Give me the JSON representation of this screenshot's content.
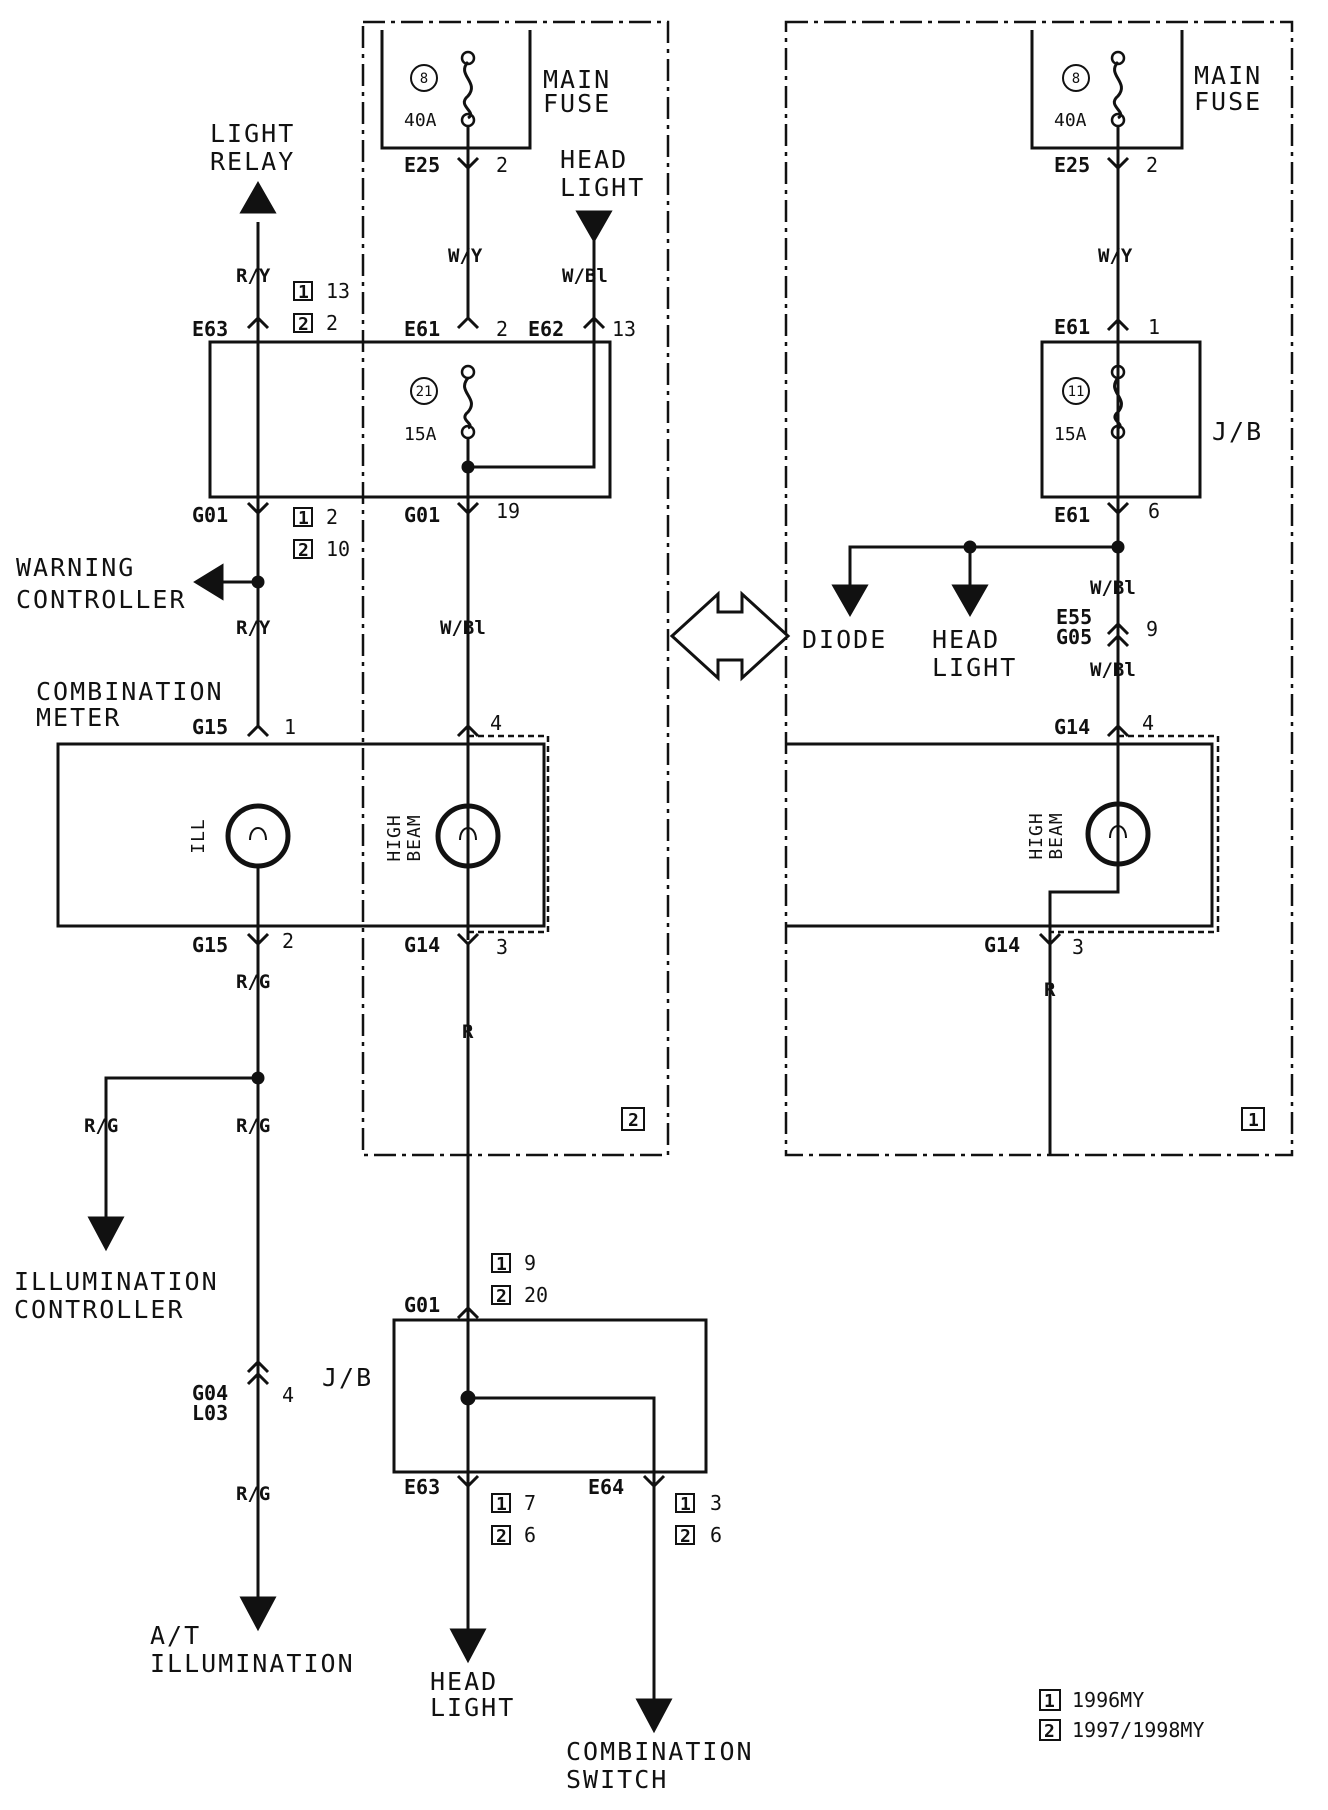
{
  "labels": {
    "light_relay": [
      "LIGHT",
      "RELAY"
    ],
    "warning_controller": [
      "WARNING",
      "CONTROLLER"
    ],
    "combination_meter": [
      "COMBINATION",
      "METER"
    ],
    "illumination_controller": [
      "ILLUMINATION",
      "CONTROLLER"
    ],
    "at_illumination": [
      "A/T",
      "ILLUMINATION"
    ],
    "head_light_bottom": [
      "HEAD",
      "LIGHT"
    ],
    "combination_switch": [
      "COMBINATION",
      "SWITCH"
    ],
    "main_fuse_left": [
      "MAIN",
      "FUSE"
    ],
    "head_light_top": [
      "HEAD",
      "LIGHT"
    ],
    "main_fuse_right": [
      "MAIN",
      "FUSE"
    ],
    "diode": "DIODE",
    "head_light_right": [
      "HEAD",
      "LIGHT"
    ],
    "jb_right": "J/B",
    "jb_bottom": "J/B",
    "ill": "ILL",
    "high_beam_left": [
      "HIGH",
      "BEAM"
    ],
    "high_beam_right": [
      "HIGH",
      "BEAM"
    ]
  },
  "fuses": {
    "main_left": {
      "id": "8",
      "amps": "40A"
    },
    "main_right": {
      "id": "8",
      "amps": "40A"
    },
    "jb_left": {
      "id": "21",
      "amps": "15A"
    },
    "jb_right": {
      "id": "11",
      "amps": "15A"
    }
  },
  "wires": {
    "ry_top": "R/Y",
    "wy_left": "W/Y",
    "wbl_top": "W/Bl",
    "ry_mid": "R/Y",
    "wbl_mid": "W/Bl",
    "rg_1": "R/G",
    "r_left": "R",
    "rg_branch": "R/G",
    "rg_main": "R/G",
    "rg_bottom": "R/G",
    "wy_right": "W/Y",
    "wbl_right_1": "W/Bl",
    "wbl_right_2": "W/Bl",
    "r_right": "R"
  },
  "connectors": {
    "e63_top": {
      "name": "E63",
      "pins": [
        "13",
        "2"
      ]
    },
    "e25_left": {
      "name": "E25",
      "pin": "2"
    },
    "e61_left": {
      "name": "E61",
      "pin": "2"
    },
    "e62": {
      "name": "E62",
      "pin": "13"
    },
    "g01_left_a": {
      "name": "G01",
      "pins": [
        "2",
        "10"
      ]
    },
    "g01_left_b": {
      "name": "G01",
      "pin": "19"
    },
    "g15_top": {
      "name": "G15",
      "pin": "1"
    },
    "hb_top_pin": "4",
    "g15_bottom": {
      "name": "G15",
      "pin": "2"
    },
    "g14_left": {
      "name": "G14",
      "pin": "3"
    },
    "g01_bottom": {
      "name": "G01",
      "pins": [
        "9",
        "20"
      ]
    },
    "g04_l03": {
      "names": [
        "G04",
        "L03"
      ],
      "pin": "4"
    },
    "e63_bottom": {
      "name": "E63",
      "pins": [
        "7",
        "6"
      ]
    },
    "e64": {
      "name": "E64",
      "pins": [
        "3",
        "6"
      ]
    },
    "e25_right": {
      "name": "E25",
      "pin": "2"
    },
    "e61_right_top": {
      "name": "E61",
      "pin": "1"
    },
    "e61_right_bottom": {
      "name": "E61",
      "pin": "6"
    },
    "e55_g05": {
      "names": [
        "E55",
        "G05"
      ],
      "pin": "9"
    },
    "g14_right_top": {
      "name": "G14",
      "pin": "4"
    },
    "g14_right_bottom": {
      "name": "G14",
      "pin": "3"
    }
  },
  "model_marks": {
    "m1": "1",
    "m2": "2"
  },
  "legend": [
    {
      "mark": "1",
      "text": "1996MY"
    },
    {
      "mark": "2",
      "text": "1997/1998MY"
    }
  ]
}
